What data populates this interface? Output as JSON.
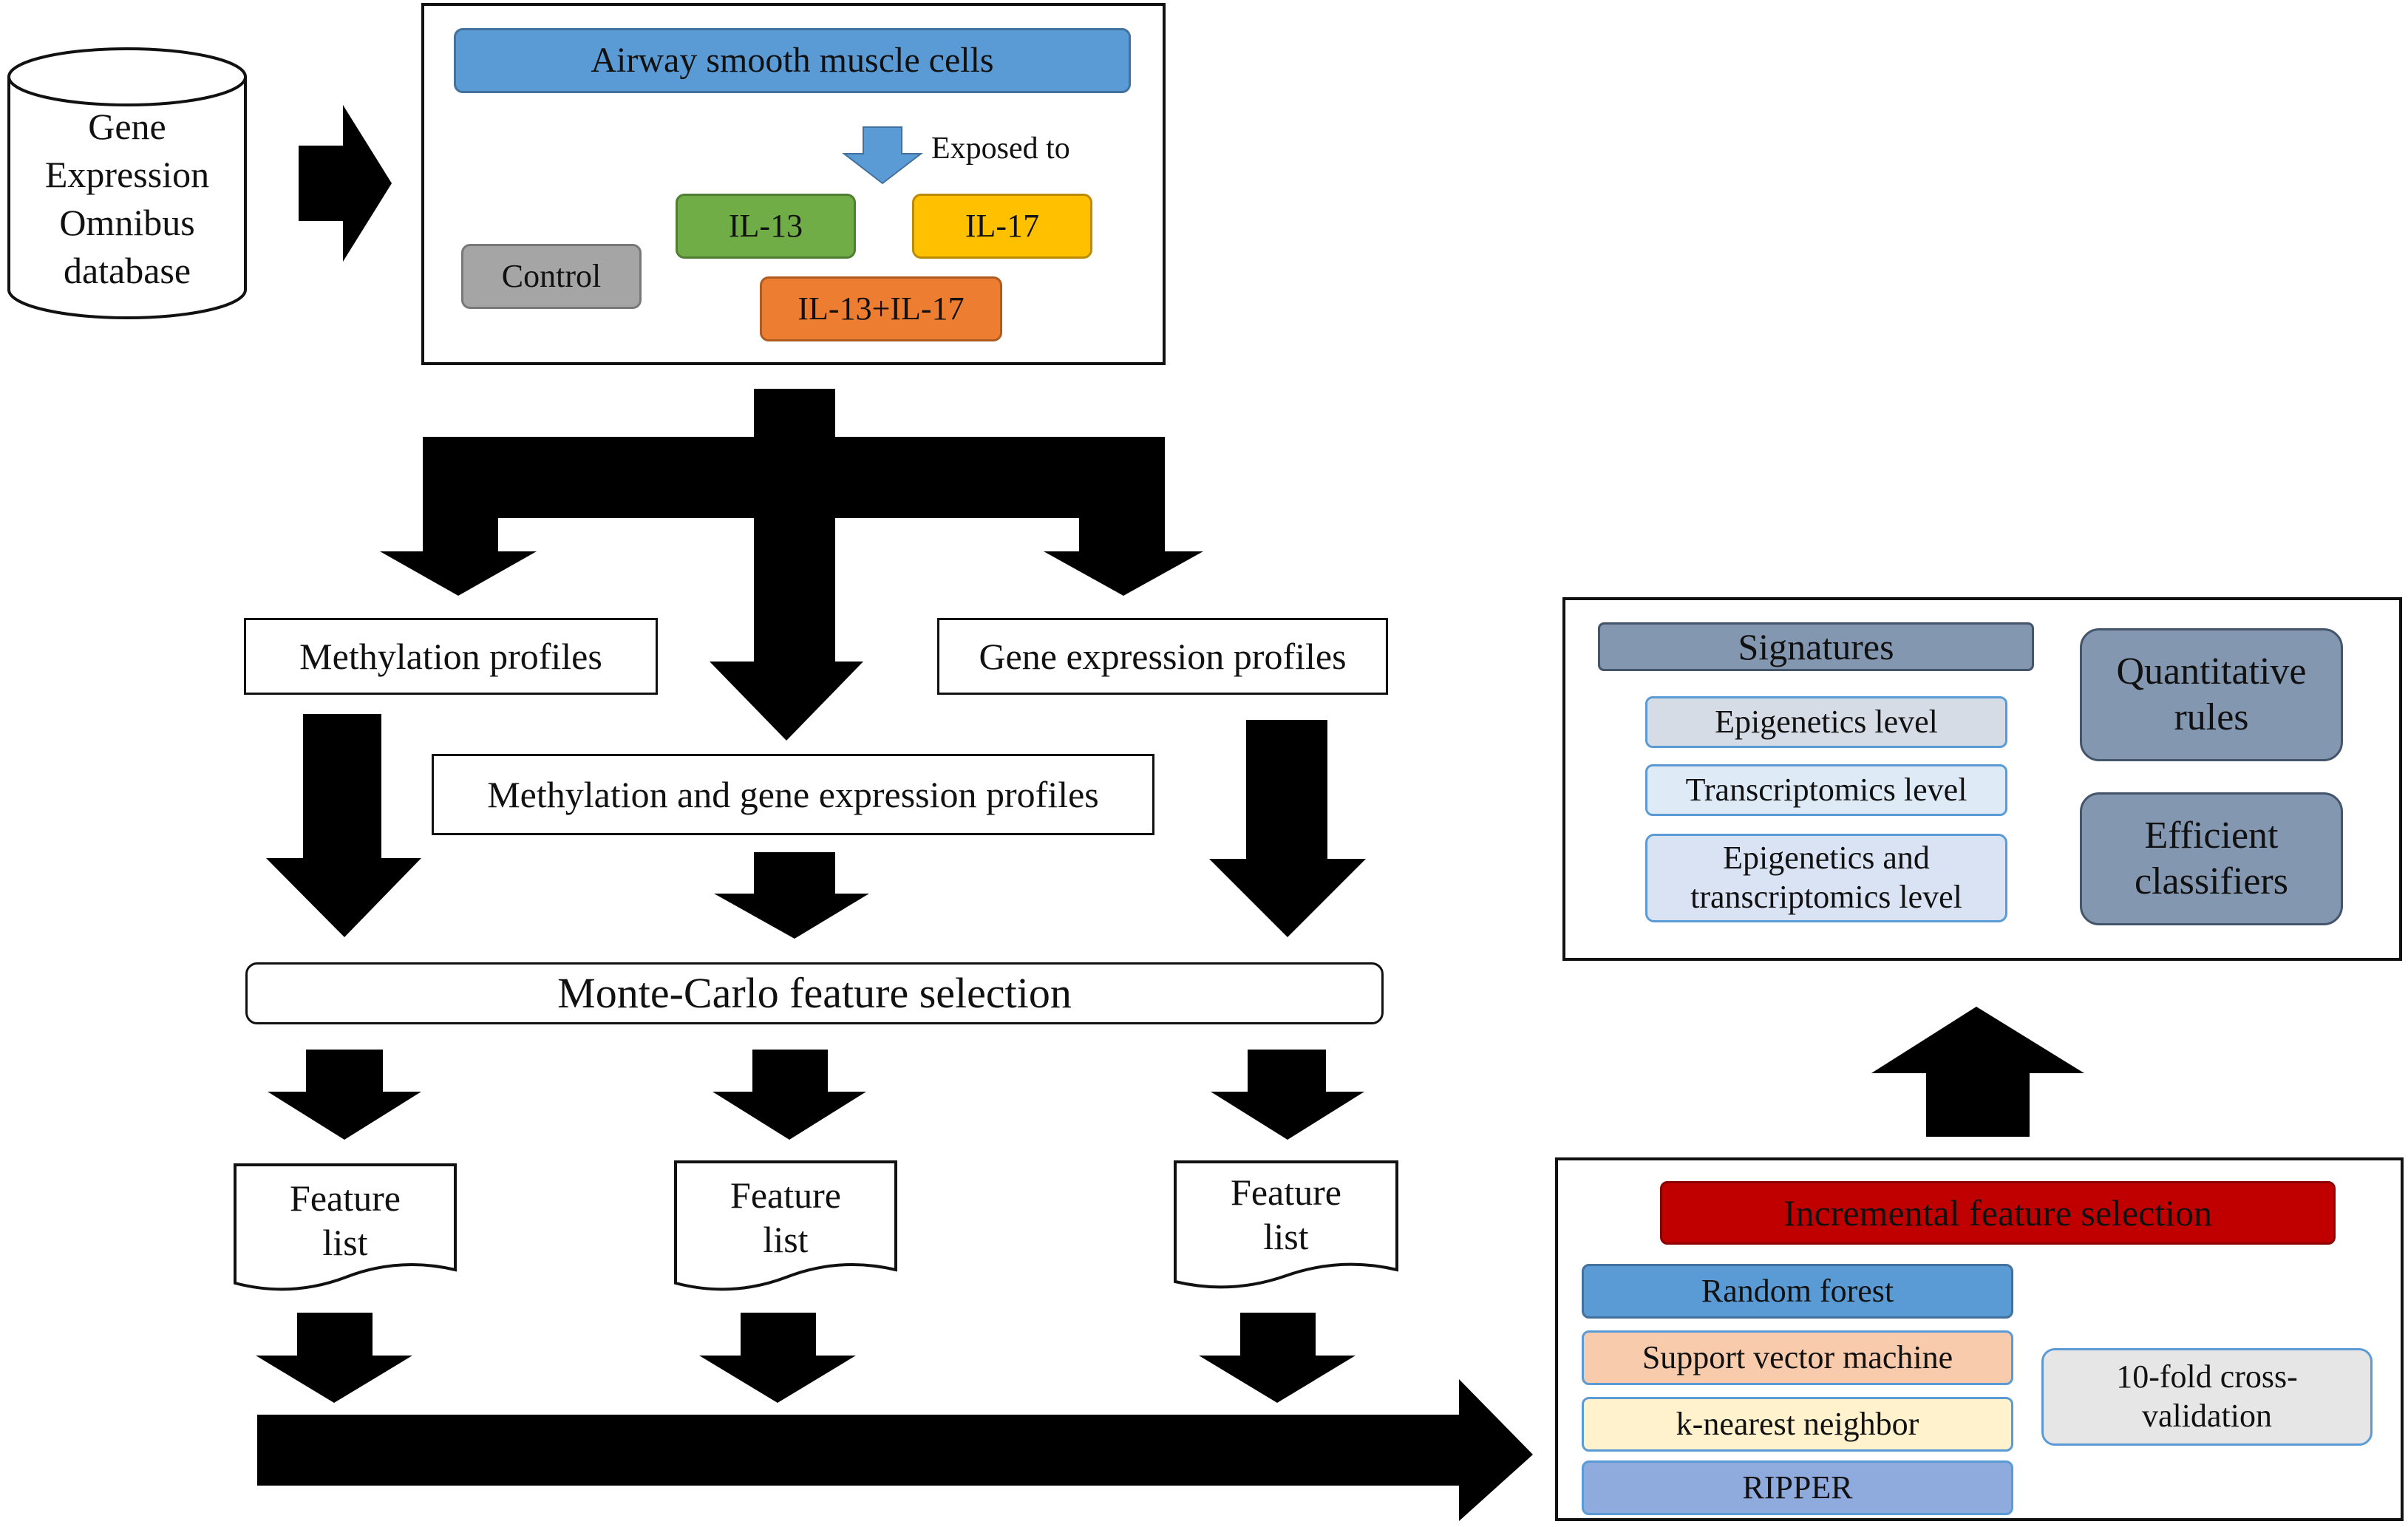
{
  "source": {
    "label_line1": "Gene",
    "label_line2": "Expression",
    "label_line3": "Omnibus",
    "label_line4": "database"
  },
  "cells_panel": {
    "title": "Airway smooth muscle cells",
    "exposed_label": "Exposed to",
    "groups": {
      "control": "Control",
      "il13": "IL-13",
      "il17": "IL-17",
      "combo": "IL-13+IL-17"
    }
  },
  "profiles": {
    "methylation": "Methylation profiles",
    "gene_expression": "Gene expression profiles",
    "combined": "Methylation and gene expression profiles"
  },
  "mcfs": {
    "label": "Monte-Carlo feature selection"
  },
  "feature_lists": {
    "line1": "Feature",
    "line2": "list"
  },
  "ifs_panel": {
    "title": "Incremental feature selection",
    "classifiers": {
      "rf": "Random forest",
      "svm": "Support vector machine",
      "knn": "k-nearest neighbor",
      "ripper": "RIPPER"
    },
    "cv": {
      "line1": "10-fold cross-",
      "line2": "validation"
    }
  },
  "results_panel": {
    "signatures": "Signatures",
    "levels": {
      "epigenetics": "Epigenetics level",
      "transcriptomics": "Transcriptomics level",
      "both_line1": "Epigenetics and",
      "both_line2": "transcriptomics level"
    },
    "rules_line1": "Quantitative",
    "rules_line2": "rules",
    "classifiers_line1": "Efficient",
    "classifiers_line2": "classifiers"
  },
  "colors": {
    "blue_header": "#5b9bd5",
    "il13_green": "#70ad47",
    "il17_yellow": "#ffc000",
    "combo_orange": "#ed7d31",
    "control_gray": "#a5a5a5",
    "ifs_red": "#c00000",
    "svm_peach": "#f8cbad",
    "knn_cream": "#fff2cc",
    "ripper_blue": "#8faadc",
    "cv_gray": "#e7e6e6",
    "slate": "#8497b0",
    "pale_gray_blue": "#d6dce5",
    "pale_blue": "#deebf7",
    "pale_blue2": "#dae3f3"
  }
}
